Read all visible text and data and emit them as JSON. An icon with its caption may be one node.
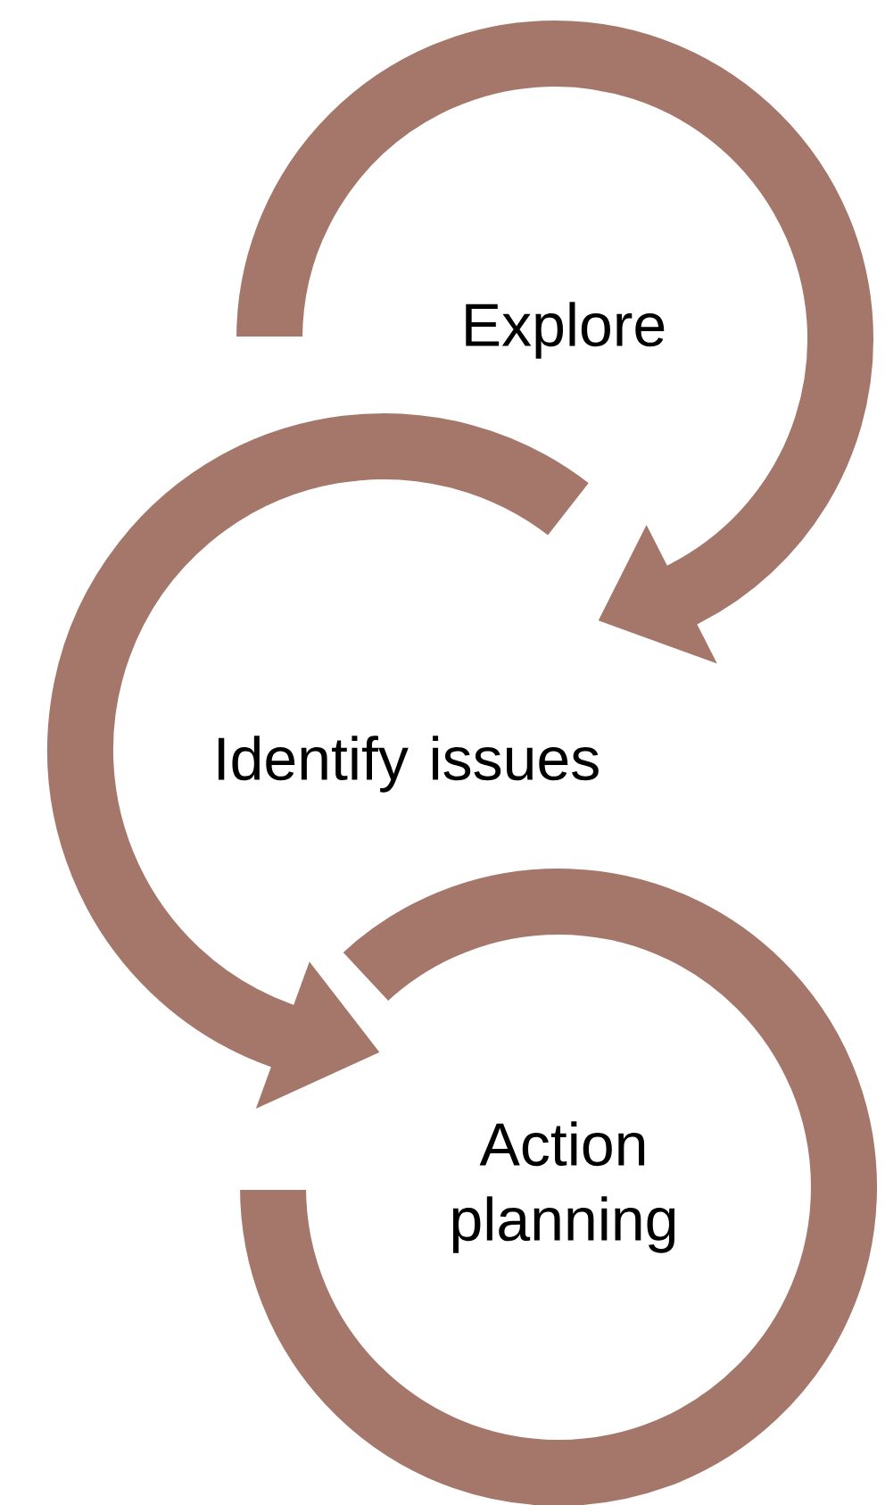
{
  "diagram": {
    "nodes": [
      {
        "text": [
          "Explore"
        ]
      },
      {
        "text": [
          "Identify issues"
        ]
      },
      {
        "text": [
          "Action planning"
        ]
      }
    ]
  }
}
